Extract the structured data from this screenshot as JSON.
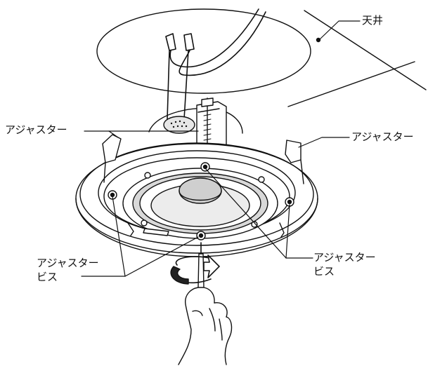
{
  "labels": {
    "ceiling": "天井",
    "adjuster_left": "アジャスター",
    "adjuster_right": "アジャスター",
    "adjuster_screw_left_line1": "アジャスター",
    "adjuster_screw_left_line2": "ビス",
    "adjuster_screw_right_line1": "アジャスター",
    "adjuster_screw_right_line2": "ビス"
  },
  "colors": {
    "line": "#111111",
    "background": "#ffffff",
    "shade": "#cfcfcf",
    "dark": "#222222"
  }
}
